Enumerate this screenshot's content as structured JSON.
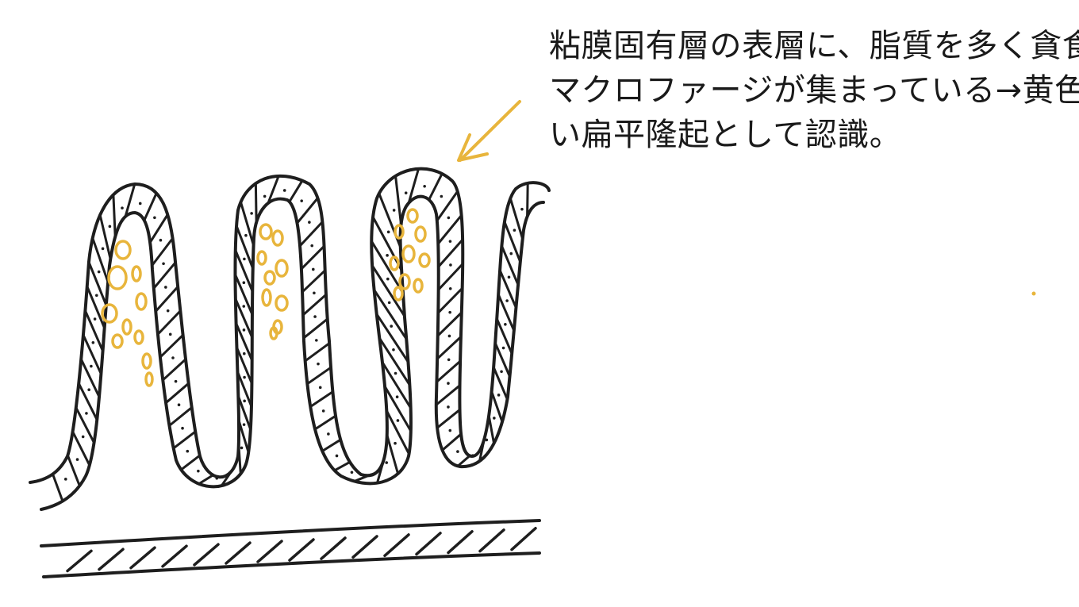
{
  "annotation": {
    "lines": [
      "粘膜固有層の表層に、脂質を多く貪食",
      "マクロファージが集まっている→黄色",
      "い扁平隆起として認識。"
    ]
  },
  "colors": {
    "ink": "#1e1e1e",
    "lipid_macrophage": "#e8b53c",
    "background": "#ffffff"
  },
  "figure": {
    "villi_count": 3,
    "macrophage_clusters": 3
  }
}
